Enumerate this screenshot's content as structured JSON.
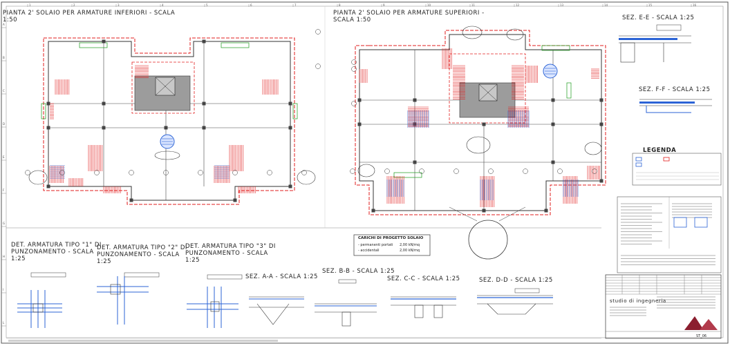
{
  "titles": {
    "plan_lower": "PIANTA 2' SOLAIO PER ARMATURE INFERIORI - SCALA",
    "plan_lower_scale": "1:50",
    "plan_upper": "PIANTA 2' SOLAIO PER ARMATURE SUPERIORI -",
    "plan_upper_scale": "SCALA 1:50",
    "sec_ee": "SEZ. E-E  - SCALA 1:25",
    "sec_ff": "SEZ. F-F  - SCALA 1:25",
    "det1_a": "DET. ARMATURA TIPO \"1\" DI",
    "det1_b": "PUNZONAMENTO  - SCALA",
    "det1_c": "1:25",
    "det2_a": "DET. ARMATURA TIPO \"2\" DI",
    "det2_b": "PUNZONAMENTO  - SCALA",
    "det2_c": "1:25",
    "det3_a": "DET. ARMATURA TIPO \"3\" DI",
    "det3_b": "PUNZONAMENTO  - SCALA",
    "det3_c": "1:25",
    "sec_aa": "SEZ. A-A  - SCALA 1:25",
    "sec_bb": "SEZ. B-B  - SCALA 1:25",
    "sec_cc": "SEZ. C-C  - SCALA 1:25",
    "sec_dd": "SEZ. D-D  - SCALA 1:25"
  },
  "legend": {
    "title": "LEGENDA"
  },
  "loads": {
    "title": "CARICHI DI PROGETTO SOLAIO",
    "rows": [
      {
        "label": "- permanenti portati",
        "value": "2,00 kN/mq"
      },
      {
        "label": "- accidentali",
        "value": "2,00 kN/mq"
      }
    ]
  },
  "titleblock": {
    "company": "studio di ingegneria",
    "sheet_no": "ST_06"
  },
  "grid": {
    "columns": [
      "1",
      "2",
      "3",
      "4",
      "5",
      "6",
      "7",
      "8",
      "9",
      "10",
      "11",
      "12",
      "13",
      "14",
      "15",
      "16"
    ],
    "rows": [
      "A",
      "B",
      "C",
      "D",
      "E",
      "F",
      "G",
      "H",
      "I",
      "L"
    ]
  },
  "colors": {
    "beam_red": "#e21c1c",
    "rebar_blue": "#2b63d6",
    "note_green": "#1a9a1a",
    "column_gray": "#9c9c9c",
    "line": "#333333"
  }
}
